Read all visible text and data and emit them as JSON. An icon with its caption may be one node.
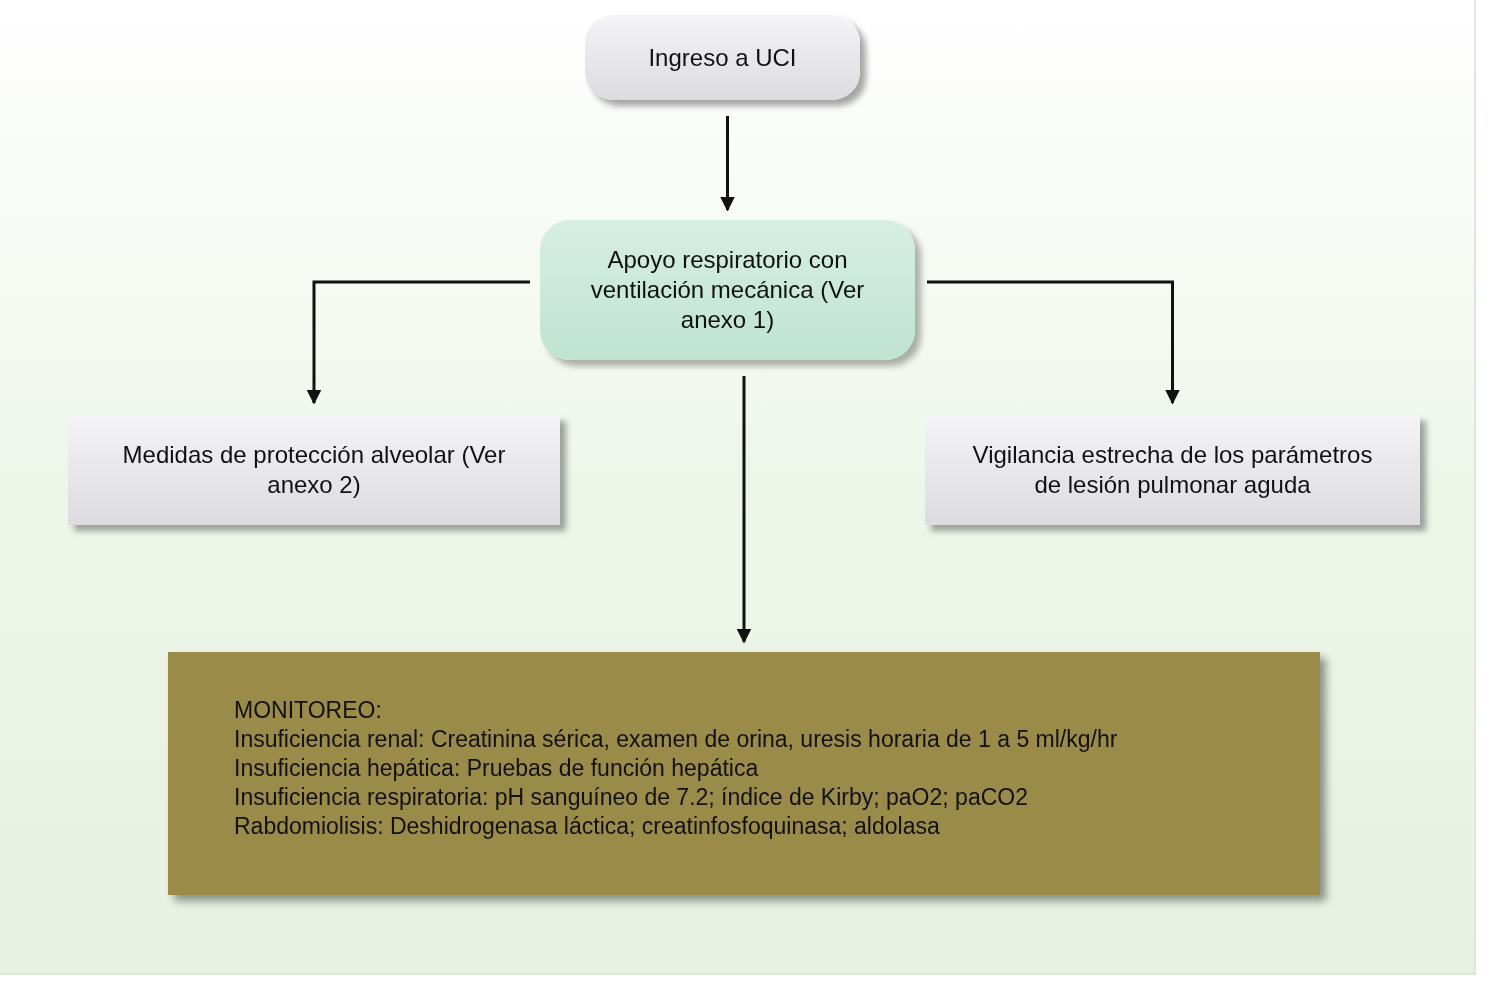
{
  "diagram": {
    "nodes": [
      {
        "text": [
          "Ingreso a UCI"
        ]
      },
      {
        "text": [
          "Apoyo respiratorio con ventilación mecánica (Ver anexo 1)"
        ]
      },
      {
        "text": [
          "Medidas de protección alveolar (Ver anexo 2)"
        ]
      },
      {
        "text": [
          "Vigilancia estrecha de los parámetros de lesión pulmonar aguda"
        ]
      },
      {
        "text": [
          "MONITOREO:",
          "Insuficiencia renal: Creatinina sérica, examen de orina, uresis horaria de 1 a 5 ml/kg/hr",
          "Insuficiencia hepática: Pruebas de función hepática",
          "Insuficiencia respiratoria: pH sanguíneo de 7.2; índice de Kirby; paO2; paCO2",
          "Rabdomiolisis: Deshidrogenasa láctica; creatinfosfoquinasa; aldolasa"
        ]
      }
    ],
    "edges": [
      {
        "from": 0,
        "to": 1,
        "arrow": "to"
      },
      {
        "from": 1,
        "to": 2,
        "arrow": "to"
      },
      {
        "from": 1,
        "to": 3,
        "arrow": "to"
      },
      {
        "from": 1,
        "to": 4,
        "arrow": "to"
      }
    ]
  }
}
